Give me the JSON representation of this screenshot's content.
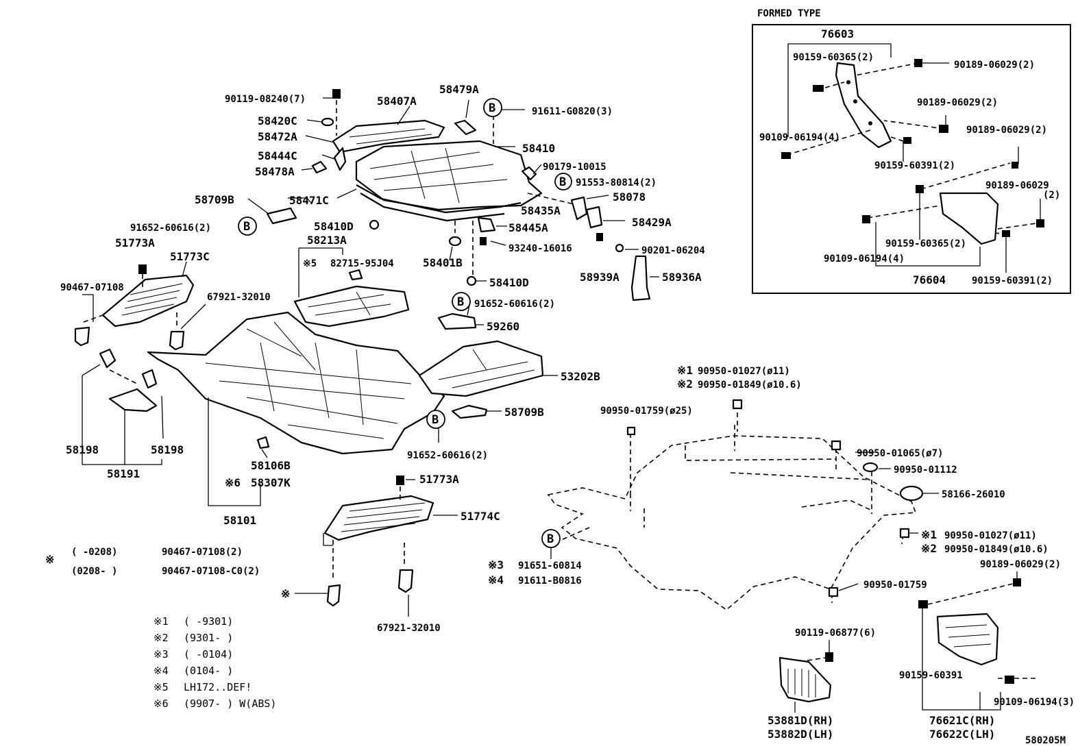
{
  "formed_type": {
    "heading": "FORMED TYPE",
    "labels": {
      "p76603": "76603",
      "p9015960365a": "90159-60365(2)",
      "p9018906029a": "90189-06029(2)",
      "p9018906029b": "90189-06029(2)",
      "p9018906029c": "90189-06029(2)",
      "p9010906194a": "90109-06194(4)",
      "p9015960391a": "90159-60391(2)",
      "p9018906029d": "90189-06029",
      "p9018906029d_qty": "(2)",
      "p9015960365b": "90159-60365(2)",
      "p9010906194b": "90109-06194(4)",
      "p76604": "76604",
      "p9015960391b": "90159-60391(2)"
    }
  },
  "upper_labels": {
    "p9011908240": "90119-08240(7)",
    "p58407A": "58407A",
    "p58479A": "58479A",
    "p9161108820": "91611-G0820(3)",
    "p58420C": "58420C",
    "p58472A": "58472A",
    "p58410": "58410",
    "p58444C": "58444C",
    "p58478A": "58478A",
    "p9017910015": "90179-10015",
    "p9155380814": "91553-80814(2)",
    "p58709B_top": "58709B",
    "p58471C": "58471C",
    "p58078": "58078",
    "p58435A": "58435A",
    "p9165260616_left": "91652-60616(2)",
    "p58410D_a": "58410D",
    "p58445A": "58445A",
    "p58429A": "58429A",
    "p58213A": "58213A",
    "p51773A_top": "51773A",
    "p51773C": "51773C",
    "p9324016016": "93240-16016",
    "p9020106204": "90201-06204",
    "p8271595J04_mark": "※5",
    "p8271595J04": "82715-95J04",
    "p58401B": "58401B",
    "p58939A": "58939A",
    "p58936A": "58936A",
    "p58410D_b": "58410D",
    "p9046707108": "90467-07108",
    "p6792132010_top": "67921-32010",
    "p9165260616_mid": "91652-60616(2)",
    "p59260": "59260"
  },
  "floor_labels": {
    "p53202B": "53202B",
    "p58709B_right": "58709B",
    "p9165260616_bottom": "91652-60616(2)",
    "p58198_left": "58198",
    "p58198_right": "58198",
    "p58191": "58191",
    "p58106B": "58106B",
    "p58307K_mark": "※6",
    "p58307K": "58307K",
    "p58101": "58101",
    "p51773A_bottom": "51773A",
    "p51774C": "51774C",
    "p6792132010_bottom": "67921-32010",
    "clip_mark": "※"
  },
  "notes": {
    "mark": "※",
    "row1_range": "(      -0208)",
    "row1_part": "90467-07108(2)",
    "row2_range": "(0208-       )",
    "row2_part": "90467-07108-C0(2)",
    "legend": [
      {
        "key": "※1",
        "text": "(      -9301)"
      },
      {
        "key": "※2",
        "text": "(9301-      )"
      },
      {
        "key": "※3",
        "text": "(      -0104)"
      },
      {
        "key": "※4",
        "text": "(0104-      )"
      },
      {
        "key": "※5",
        "text": "LH172..DEF!"
      },
      {
        "key": "※6",
        "text": "(9907-      ) W(ABS)"
      }
    ]
  },
  "carpet_labels": {
    "p9095001027_top_mark": "※1",
    "p9095001027_top": "90950-01027(ø11)",
    "p9095001849_top_mark": "※2",
    "p9095001849_top": "90950-01849(ø10.6)",
    "p9095001759_top": "90950-01759(ø25)",
    "p9095001065": "90950-01065(ø7)",
    "p9095001112": "90950-01112",
    "p5816626010": "58166-26010",
    "p9095001027_right_mark": "※1",
    "p9095001027_right": "90950-01027(ø11)",
    "p9095001849_right_mark": "※2",
    "p9095001849_right": "90950-01849(ø10.6)",
    "p9165160814_mark": "※3",
    "p9165160814": "91651-60814",
    "p9161180816_mark": "※4",
    "p9161180816": "91611-B0816",
    "p9095001759_bottom": "90950-01759",
    "p9018906029_lower": "90189-06029(2)",
    "p9011906877": "90119-06877(6)",
    "p9015960391_lower": "90159-60391",
    "p9010906194_lower": "90109-06194(3)",
    "p53881D": "53881D(RH)",
    "p53882D": "53882D(LH)",
    "p76621C": "76621C(RH)",
    "p76622C": "76622C(LH)"
  },
  "figure_code": "580205M",
  "circle_b": "B"
}
